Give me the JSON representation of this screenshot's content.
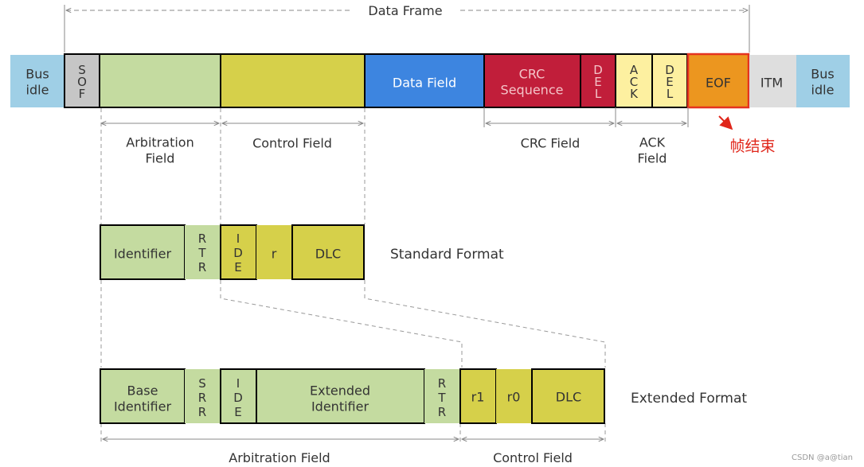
{
  "diagram": {
    "frame_label": "Data Frame",
    "frame": {
      "bus_idle_left": "Bus idle",
      "sof": "SOF",
      "data_field": "Data Field",
      "crc_sequence": "CRC Sequence",
      "crc_del": "DEL",
      "ack": "ACK",
      "ack_del": "DEL",
      "eof": "EOF",
      "itm": "ITM",
      "bus_idle_right": "Bus idle"
    },
    "labels": {
      "arbitration_field": "Arbitration Field",
      "control_field": "Control Field",
      "crc_field": "CRC Field",
      "ack_field": "ACK Field",
      "eof_note": "帧结束"
    },
    "standard": {
      "title": "Standard Format",
      "identifier": "Identifier",
      "rtr": "RTR",
      "ide": "IDE",
      "r": "r",
      "dlc": "DLC"
    },
    "extended": {
      "title": "Extended Format",
      "base_identifier": "Base Identifier",
      "srr": "SRR",
      "ide": "IDE",
      "extended_identifier": "Extended Identifier",
      "rtr": "RTR",
      "r1": "r1",
      "r0": "r0",
      "dlc": "DLC",
      "arbitration_field": "Arbitration Field",
      "control_field": "Control Field"
    },
    "watermark": "CSDN @a@tian",
    "colors": {
      "bus_idle": "#9fcfe6",
      "sof": "#c6c6c6",
      "arbitration": "#c4dba0",
      "control": "#d6d04a",
      "data": "#3d85e0",
      "crc": "#c11e3a",
      "ack": "#fdf0a0",
      "eof": "#ec961f",
      "eof_border": "#e53320",
      "itm": "#dedede",
      "note": "#e0261a"
    }
  }
}
